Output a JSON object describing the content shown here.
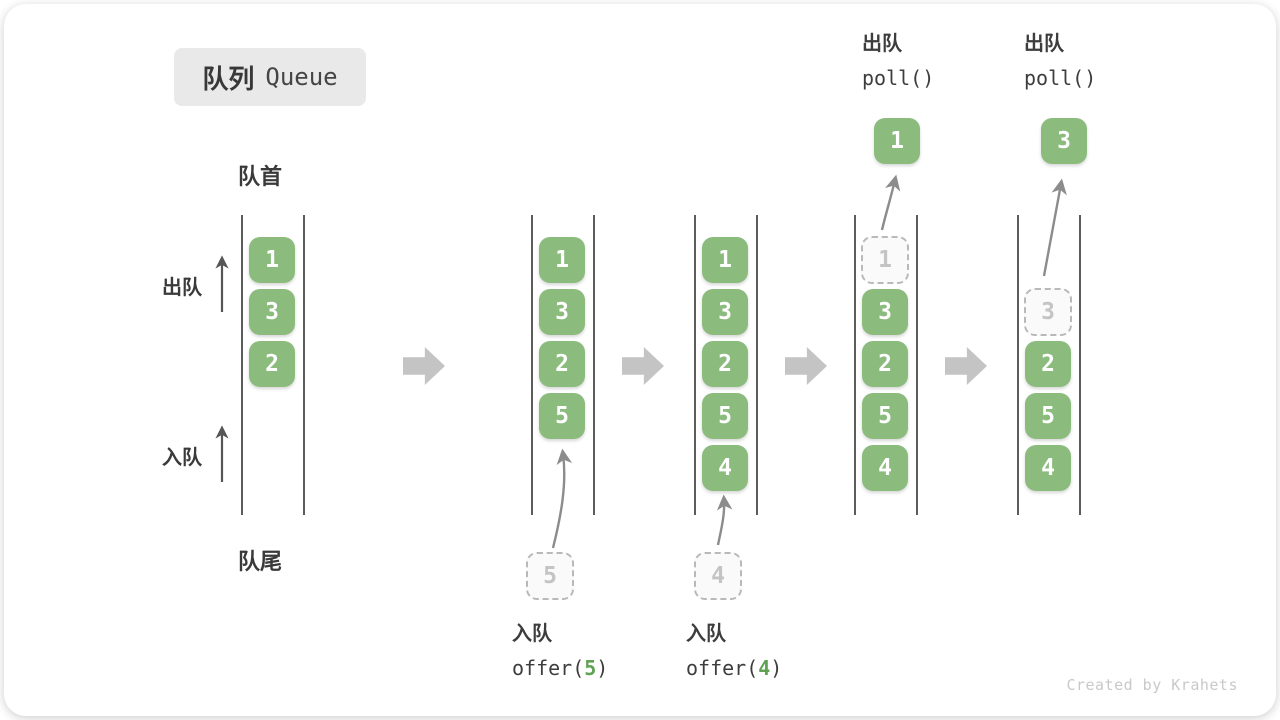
{
  "badge": {
    "zh": "队列",
    "en": "Queue"
  },
  "side_labels": {
    "front": "队首",
    "rear": "队尾",
    "dequeue": "出队",
    "enqueue": "入队"
  },
  "watermark": "Created by Krahets",
  "colors": {
    "green": "#8BBC7E",
    "green_text": "#5FA254",
    "arrow_gray": "#C4C4C4",
    "curve_arrow": "#8C8C8C",
    "dashed_border": "#B9B9B9",
    "dashed_text": "#C4C4C4",
    "badge_bg": "#E9E9E9",
    "watermark": "#C9C9C9"
  },
  "columns": [
    {
      "cells": [
        {
          "row": 0,
          "value": "1",
          "style": "solid"
        },
        {
          "row": 1,
          "value": "3",
          "style": "solid"
        },
        {
          "row": 2,
          "value": "2",
          "style": "solid"
        }
      ]
    },
    {
      "cells": [
        {
          "row": 0,
          "value": "1",
          "style": "solid"
        },
        {
          "row": 1,
          "value": "3",
          "style": "solid"
        },
        {
          "row": 2,
          "value": "2",
          "style": "solid"
        },
        {
          "row": 3,
          "value": "5",
          "style": "solid"
        }
      ],
      "pending": {
        "value": "5"
      },
      "caption": {
        "label": "入队",
        "code_prefix": "offer(",
        "code_arg": "5",
        "code_suffix": ")"
      }
    },
    {
      "cells": [
        {
          "row": 0,
          "value": "1",
          "style": "solid"
        },
        {
          "row": 1,
          "value": "3",
          "style": "solid"
        },
        {
          "row": 2,
          "value": "2",
          "style": "solid"
        },
        {
          "row": 3,
          "value": "5",
          "style": "solid"
        },
        {
          "row": 4,
          "value": "4",
          "style": "solid"
        }
      ],
      "pending": {
        "value": "4"
      },
      "caption": {
        "label": "入队",
        "code_prefix": "offer(",
        "code_arg": "4",
        "code_suffix": ")"
      }
    },
    {
      "cells": [
        {
          "row": 0,
          "value": "1",
          "style": "dashed"
        },
        {
          "row": 1,
          "value": "3",
          "style": "solid"
        },
        {
          "row": 2,
          "value": "2",
          "style": "solid"
        },
        {
          "row": 3,
          "value": "5",
          "style": "solid"
        },
        {
          "row": 4,
          "value": "4",
          "style": "solid"
        }
      ],
      "popped": {
        "value": "1"
      },
      "caption": {
        "label": "出队",
        "code_prefix": "poll()",
        "code_arg": "",
        "code_suffix": ""
      }
    },
    {
      "cells": [
        {
          "row": 1,
          "value": "3",
          "style": "dashed"
        },
        {
          "row": 2,
          "value": "2",
          "style": "solid"
        },
        {
          "row": 3,
          "value": "5",
          "style": "solid"
        },
        {
          "row": 4,
          "value": "4",
          "style": "solid"
        }
      ],
      "popped": {
        "value": "3"
      },
      "caption": {
        "label": "出队",
        "code_prefix": "poll()",
        "code_arg": "",
        "code_suffix": ""
      }
    }
  ]
}
